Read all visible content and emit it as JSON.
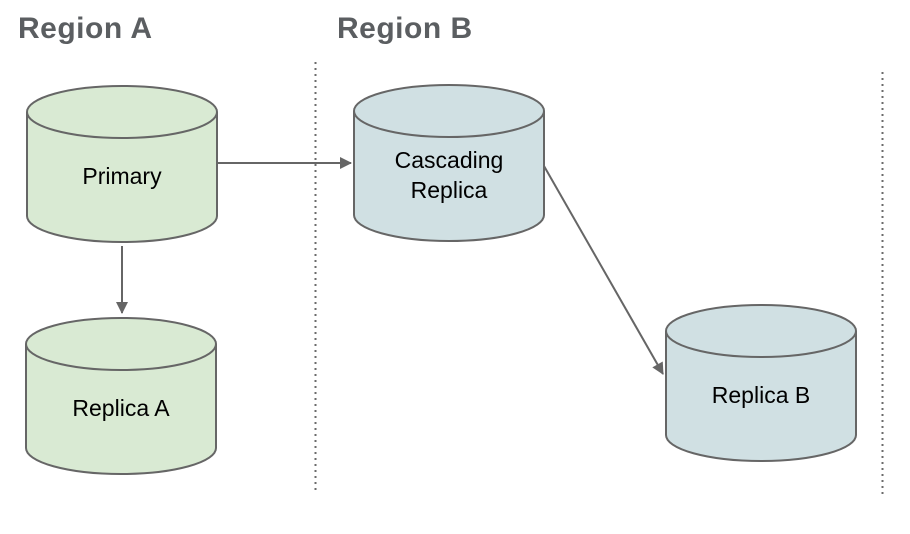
{
  "diagram": {
    "type": "database-replication-diagram",
    "background": "#ffffff"
  },
  "colors": {
    "green_fill": "#d9ead3",
    "blue_fill": "#d0e0e3",
    "node_stroke": "#666666",
    "arrow": "#666666",
    "divider": "#6b6b6b",
    "title_text": "#5b5e61",
    "label_text": "#000000"
  },
  "regions": [
    {
      "label": "Region A"
    },
    {
      "label": "Region B"
    }
  ],
  "nodes": [
    {
      "label": "Primary",
      "region": "Region A",
      "shape": "database-cylinder",
      "fill": "#d9ead3"
    },
    {
      "label": "Replica A",
      "region": "Region A",
      "shape": "database-cylinder",
      "fill": "#d9ead3"
    },
    {
      "label": "Cascading Replica",
      "region": "Region B",
      "shape": "database-cylinder",
      "fill": "#d0e0e3"
    },
    {
      "label": "Replica B",
      "region": "Region B",
      "shape": "database-cylinder",
      "fill": "#d0e0e3"
    }
  ],
  "edges": [
    {
      "from": "Primary",
      "to": "Cascading Replica"
    },
    {
      "from": "Primary",
      "to": "Replica A"
    },
    {
      "from": "Cascading Replica",
      "to": "Replica B"
    }
  ]
}
